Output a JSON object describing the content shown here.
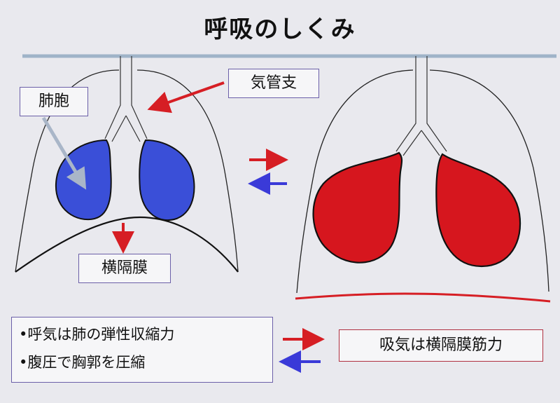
{
  "title": "呼吸のしくみ",
  "labels": {
    "alveoli": "肺胞",
    "bronchi": "気管支",
    "diaphragm": "横隔膜"
  },
  "notes": {
    "exhale_lines": [
      "•呼気は肺の弾性収縮力",
      "•腹圧で胸郭を圧縮"
    ],
    "inhale": "吸気は横隔膜筋力"
  },
  "colors": {
    "exhaled_lung": "#3a4fd8",
    "inhaled_lung": "#d6161e",
    "arrow_red": "#d61e24",
    "arrow_blue": "#3a3ad8",
    "pointer_gray": "#a9b6c8",
    "top_line": "#9fb3c8"
  }
}
